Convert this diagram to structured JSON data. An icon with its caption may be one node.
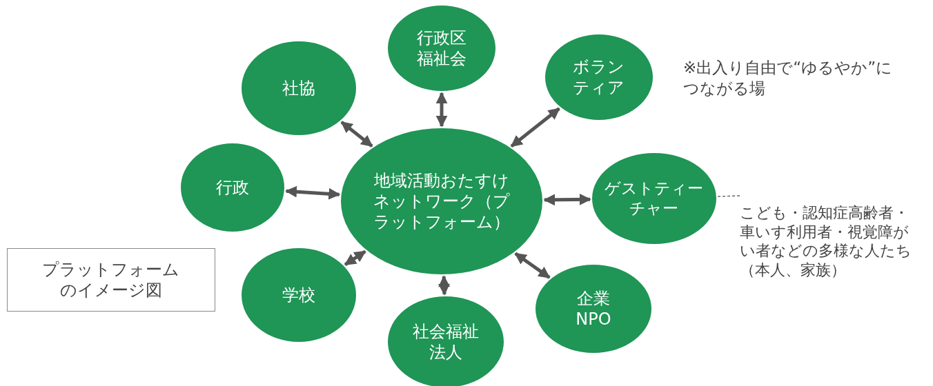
{
  "diagram": {
    "nodes": [
      {
        "text": [
          "地域活動おたすけネットワーク（プラットフォーム）"
        ]
      },
      {
        "text": [
          "行政区福祉会"
        ]
      },
      {
        "text": [
          "社協"
        ]
      },
      {
        "text": [
          "ボランティア"
        ]
      },
      {
        "text": [
          "行政"
        ]
      },
      {
        "text": [
          "ゲストティーチャー"
        ]
      },
      {
        "text": [
          "こども・認知症高齢者・車いす利用者・視覚障がい者などの多様な人たち（本人、家族）"
        ]
      },
      {
        "text": [
          "プラットフォームのイメージ図"
        ]
      },
      {
        "text": [
          "学校"
        ]
      },
      {
        "text": [
          "企業NPO"
        ]
      },
      {
        "text": [
          "社会福祉法人"
        ]
      }
    ],
    "edges": [
      {
        "from": 0,
        "to": 1,
        "arrow": "both"
      },
      {
        "from": 0,
        "to": 2,
        "arrow": "both"
      },
      {
        "from": 0,
        "to": 3,
        "arrow": "both"
      },
      {
        "from": 0,
        "to": 4,
        "arrow": "both"
      },
      {
        "from": 0,
        "to": 5,
        "arrow": "both"
      },
      {
        "from": 0,
        "to": 8,
        "arrow": "both"
      },
      {
        "from": 0,
        "to": 9,
        "arrow": "both"
      },
      {
        "from": 0,
        "to": 10,
        "arrow": "both"
      },
      {
        "from": 6,
        "to": 5,
        "arrow": "none",
        "style": "dashed"
      }
    ],
    "labels": [
      "※出入り自由で“ゆるやか”につながる場"
    ]
  }
}
